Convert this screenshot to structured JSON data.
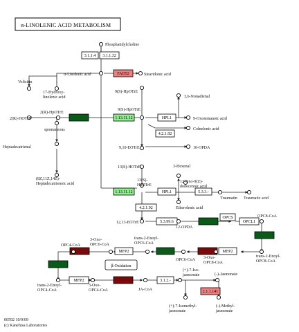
{
  "map": {
    "title": "α-LINOLENIC ACID METABOLISM",
    "footer_id": "00592 10/9/09",
    "footer_credit": "(c) Kanehisa Laboratories"
  },
  "colors": {
    "plain": "#ffffff",
    "red": "#f08080",
    "green": "#90ee90",
    "dark_red": "#7a0a0a",
    "dark_green": "#0a5a1a"
  },
  "enzymes": [
    {
      "id": "e1",
      "label": "3.1.1.4",
      "color": "plain"
    },
    {
      "id": "e2",
      "label": "3.1.1.32",
      "color": "plain"
    },
    {
      "id": "e3",
      "label": "FAD52",
      "color": "red"
    },
    {
      "id": "e4",
      "label": "",
      "color": "dark_green"
    },
    {
      "id": "e5",
      "label": "1.13.11.12",
      "color": "green"
    },
    {
      "id": "e6",
      "label": "HPL1",
      "color": "plain"
    },
    {
      "id": "e7",
      "label": "4.2.1.92",
      "color": "plain"
    },
    {
      "id": "e8",
      "label": "1.13.11.12",
      "color": "green"
    },
    {
      "id": "e9",
      "label": "HPL1",
      "color": "plain"
    },
    {
      "id": "e10",
      "label": "5.3.3.-",
      "color": "plain"
    },
    {
      "id": "e11",
      "label": "4.2.1.92",
      "color": "plain"
    },
    {
      "id": "e12",
      "label": "5.3.99.6",
      "color": "plain"
    },
    {
      "id": "e13",
      "label": "",
      "color": "dark_green"
    },
    {
      "id": "e14",
      "label": "OPCS",
      "color": "plain"
    },
    {
      "id": "e15",
      "label": "OPCL1",
      "color": "plain"
    },
    {
      "id": "e16",
      "label": "",
      "color": "dark_green"
    },
    {
      "id": "e17",
      "label": "MFP2",
      "color": "plain"
    },
    {
      "id": "e18",
      "label": "",
      "color": "dark_red"
    },
    {
      "id": "e19",
      "label": "",
      "color": "dark_green"
    },
    {
      "id": "e20",
      "label": "MFP2",
      "color": "plain"
    },
    {
      "id": "e21",
      "label": "",
      "color": "dark_red"
    },
    {
      "id": "e22",
      "label": "",
      "color": "dark_green"
    },
    {
      "id": "e23",
      "label": "MFP2",
      "color": "plain"
    },
    {
      "id": "e24",
      "label": "",
      "color": "dark_red"
    },
    {
      "id": "e25",
      "label": "3.1.2.-",
      "color": "plain"
    },
    {
      "id": "e26",
      "label": "2.1.1.141",
      "color": "red"
    }
  ],
  "compounds": [
    {
      "id": "c1",
      "lines": [
        "Phosphatidylcholine"
      ]
    },
    {
      "id": "c2",
      "lines": [
        "α-Linolenic acid"
      ]
    },
    {
      "id": "c3",
      "lines": [
        "Stearidonic acid"
      ]
    },
    {
      "id": "c4",
      "lines": [
        "Volicitin"
      ]
    },
    {
      "id": "c5",
      "lines": [
        "17-Hydroxy-",
        "linolenic acid"
      ]
    },
    {
      "id": "c6",
      "lines": [
        "2(R)-HpOTrE"
      ]
    },
    {
      "id": "c7",
      "lines": [
        "2(R)-HOTrE"
      ]
    },
    {
      "id": "c8",
      "lines": [
        "spontaneous"
      ]
    },
    {
      "id": "c9",
      "lines": [
        "Heptadecatrienal"
      ]
    },
    {
      "id": "c10",
      "lines": [
        "(8Z,11Z,14Z)-",
        "Heptadecatrienoic acid"
      ]
    },
    {
      "id": "c11",
      "lines": [
        "9(S)-HpOTrE"
      ]
    },
    {
      "id": "c12",
      "lines": [
        "9(S)-HpOTrE"
      ]
    },
    {
      "id": "c13",
      "lines": [
        "3,6-Nonadienal"
      ]
    },
    {
      "id": "c14",
      "lines": [
        "9-Oxononanoic acid"
      ]
    },
    {
      "id": "c15",
      "lines": [
        "Colnelenic acid"
      ]
    },
    {
      "id": "c16",
      "lines": [
        "9,10-EOTrE"
      ]
    },
    {
      "id": "c17",
      "lines": [
        "10-OPDA"
      ]
    },
    {
      "id": "c18",
      "lines": [
        "13(S)-HOTrE"
      ]
    },
    {
      "id": "c19",
      "lines": [
        "3-Hexenal"
      ]
    },
    {
      "id": "c20",
      "lines": [
        "13(S)-",
        "HpOTrE"
      ]
    },
    {
      "id": "c21",
      "lines": [
        "12-Oxo-9(Z)-",
        "dodecenoic acid"
      ]
    },
    {
      "id": "c22",
      "lines": [
        "Traumatin"
      ]
    },
    {
      "id": "c23",
      "lines": [
        "Traumatic acid"
      ]
    },
    {
      "id": "c24",
      "lines": [
        "Etherolenic acid"
      ]
    },
    {
      "id": "c25",
      "lines": [
        "12,13-EOTrE"
      ]
    },
    {
      "id": "c26",
      "lines": [
        "12-OPDA"
      ]
    },
    {
      "id": "c27",
      "lines": [
        "OPC8-CoA"
      ]
    },
    {
      "id": "c28",
      "lines": [
        "trans-2-Enoyl-",
        "OPC8-CoA"
      ]
    },
    {
      "id": "c29",
      "lines": [
        "3-Oxo-",
        "OPC8-CoA"
      ]
    },
    {
      "id": "c30",
      "lines": [
        "OPC6-CoA"
      ]
    },
    {
      "id": "c31",
      "lines": [
        "trans-2-Enoyl-",
        "OPC6-CoA"
      ]
    },
    {
      "id": "c32",
      "lines": [
        "3-Oxo-",
        "OPC6-CoA"
      ]
    },
    {
      "id": "c33",
      "lines": [
        "OPC4-CoA"
      ]
    },
    {
      "id": "c34",
      "lines": [
        "trans-2-Enoyl-",
        "OPC4-CoA"
      ]
    },
    {
      "id": "c35",
      "lines": [
        "3-Oxo-",
        "OPC4-CoA"
      ]
    },
    {
      "id": "c36",
      "lines": [
        "JA-CoA"
      ]
    },
    {
      "id": "c37",
      "lines": [
        "(+)-7-Iso-",
        "jasmonate"
      ]
    },
    {
      "id": "c38",
      "lines": [
        "(-)-Jasmonate"
      ]
    },
    {
      "id": "c39",
      "lines": [
        "(+)-7-Isomethyl-",
        "jasmonate"
      ]
    },
    {
      "id": "c40",
      "lines": [
        "(-)-Methyl-",
        "jasmonate"
      ]
    }
  ],
  "maplinks": [
    {
      "id": "m1",
      "label": "β-Oxidation"
    }
  ]
}
